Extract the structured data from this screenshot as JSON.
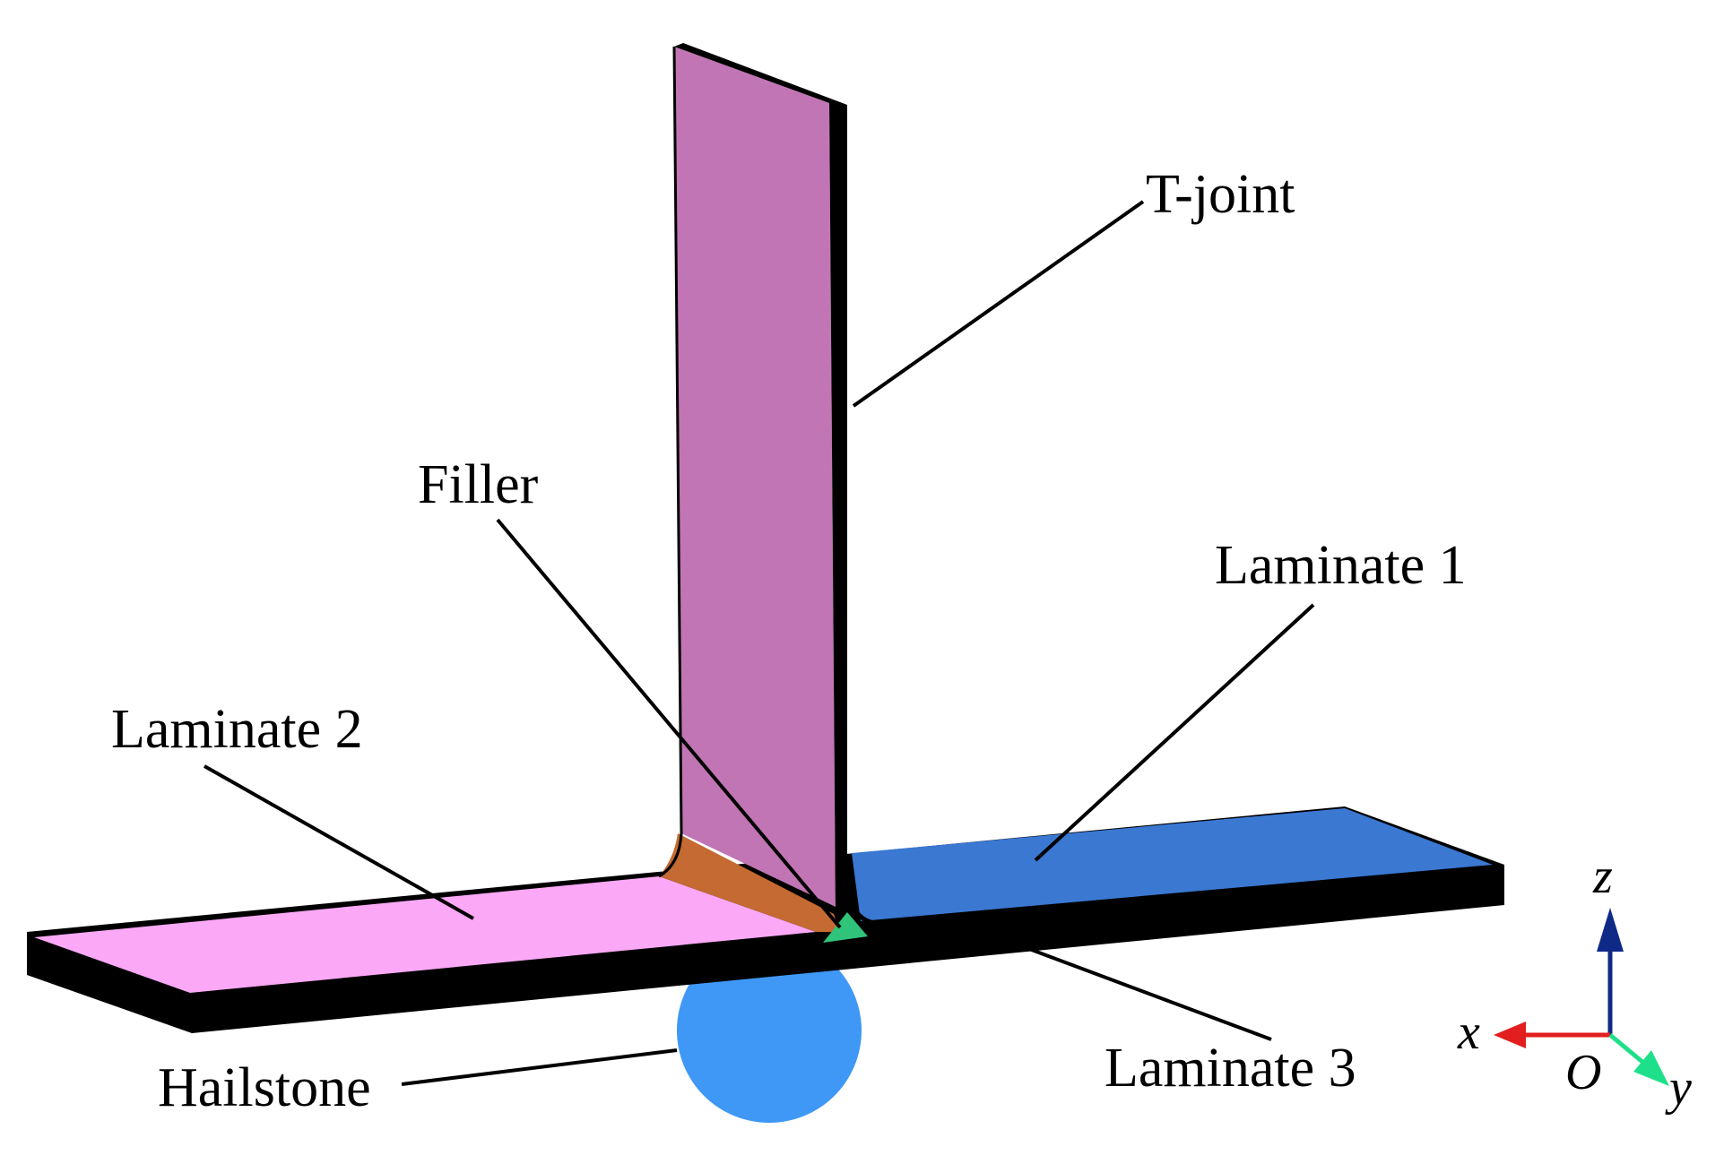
{
  "labels": {
    "t_joint": "T-joint",
    "filler": "Filler",
    "laminate_1": "Laminate 1",
    "laminate_2": "Laminate 2",
    "laminate_3": "Laminate 3",
    "hailstone": "Hailstone"
  },
  "axes": {
    "x": "x",
    "y": "y",
    "z": "z",
    "origin": "O"
  },
  "colors": {
    "t_joint": "#c275b5",
    "laminate_1": "#3a78d2",
    "laminate_2": "#fba8f6",
    "laminate_3": "#000000",
    "filler": "#2fc47a",
    "fillet": "#c46a32",
    "hailstone": "#3f98f5",
    "axis_x": "#e21e1e",
    "axis_y": "#1fe08a",
    "axis_z": "#0f2a86"
  }
}
